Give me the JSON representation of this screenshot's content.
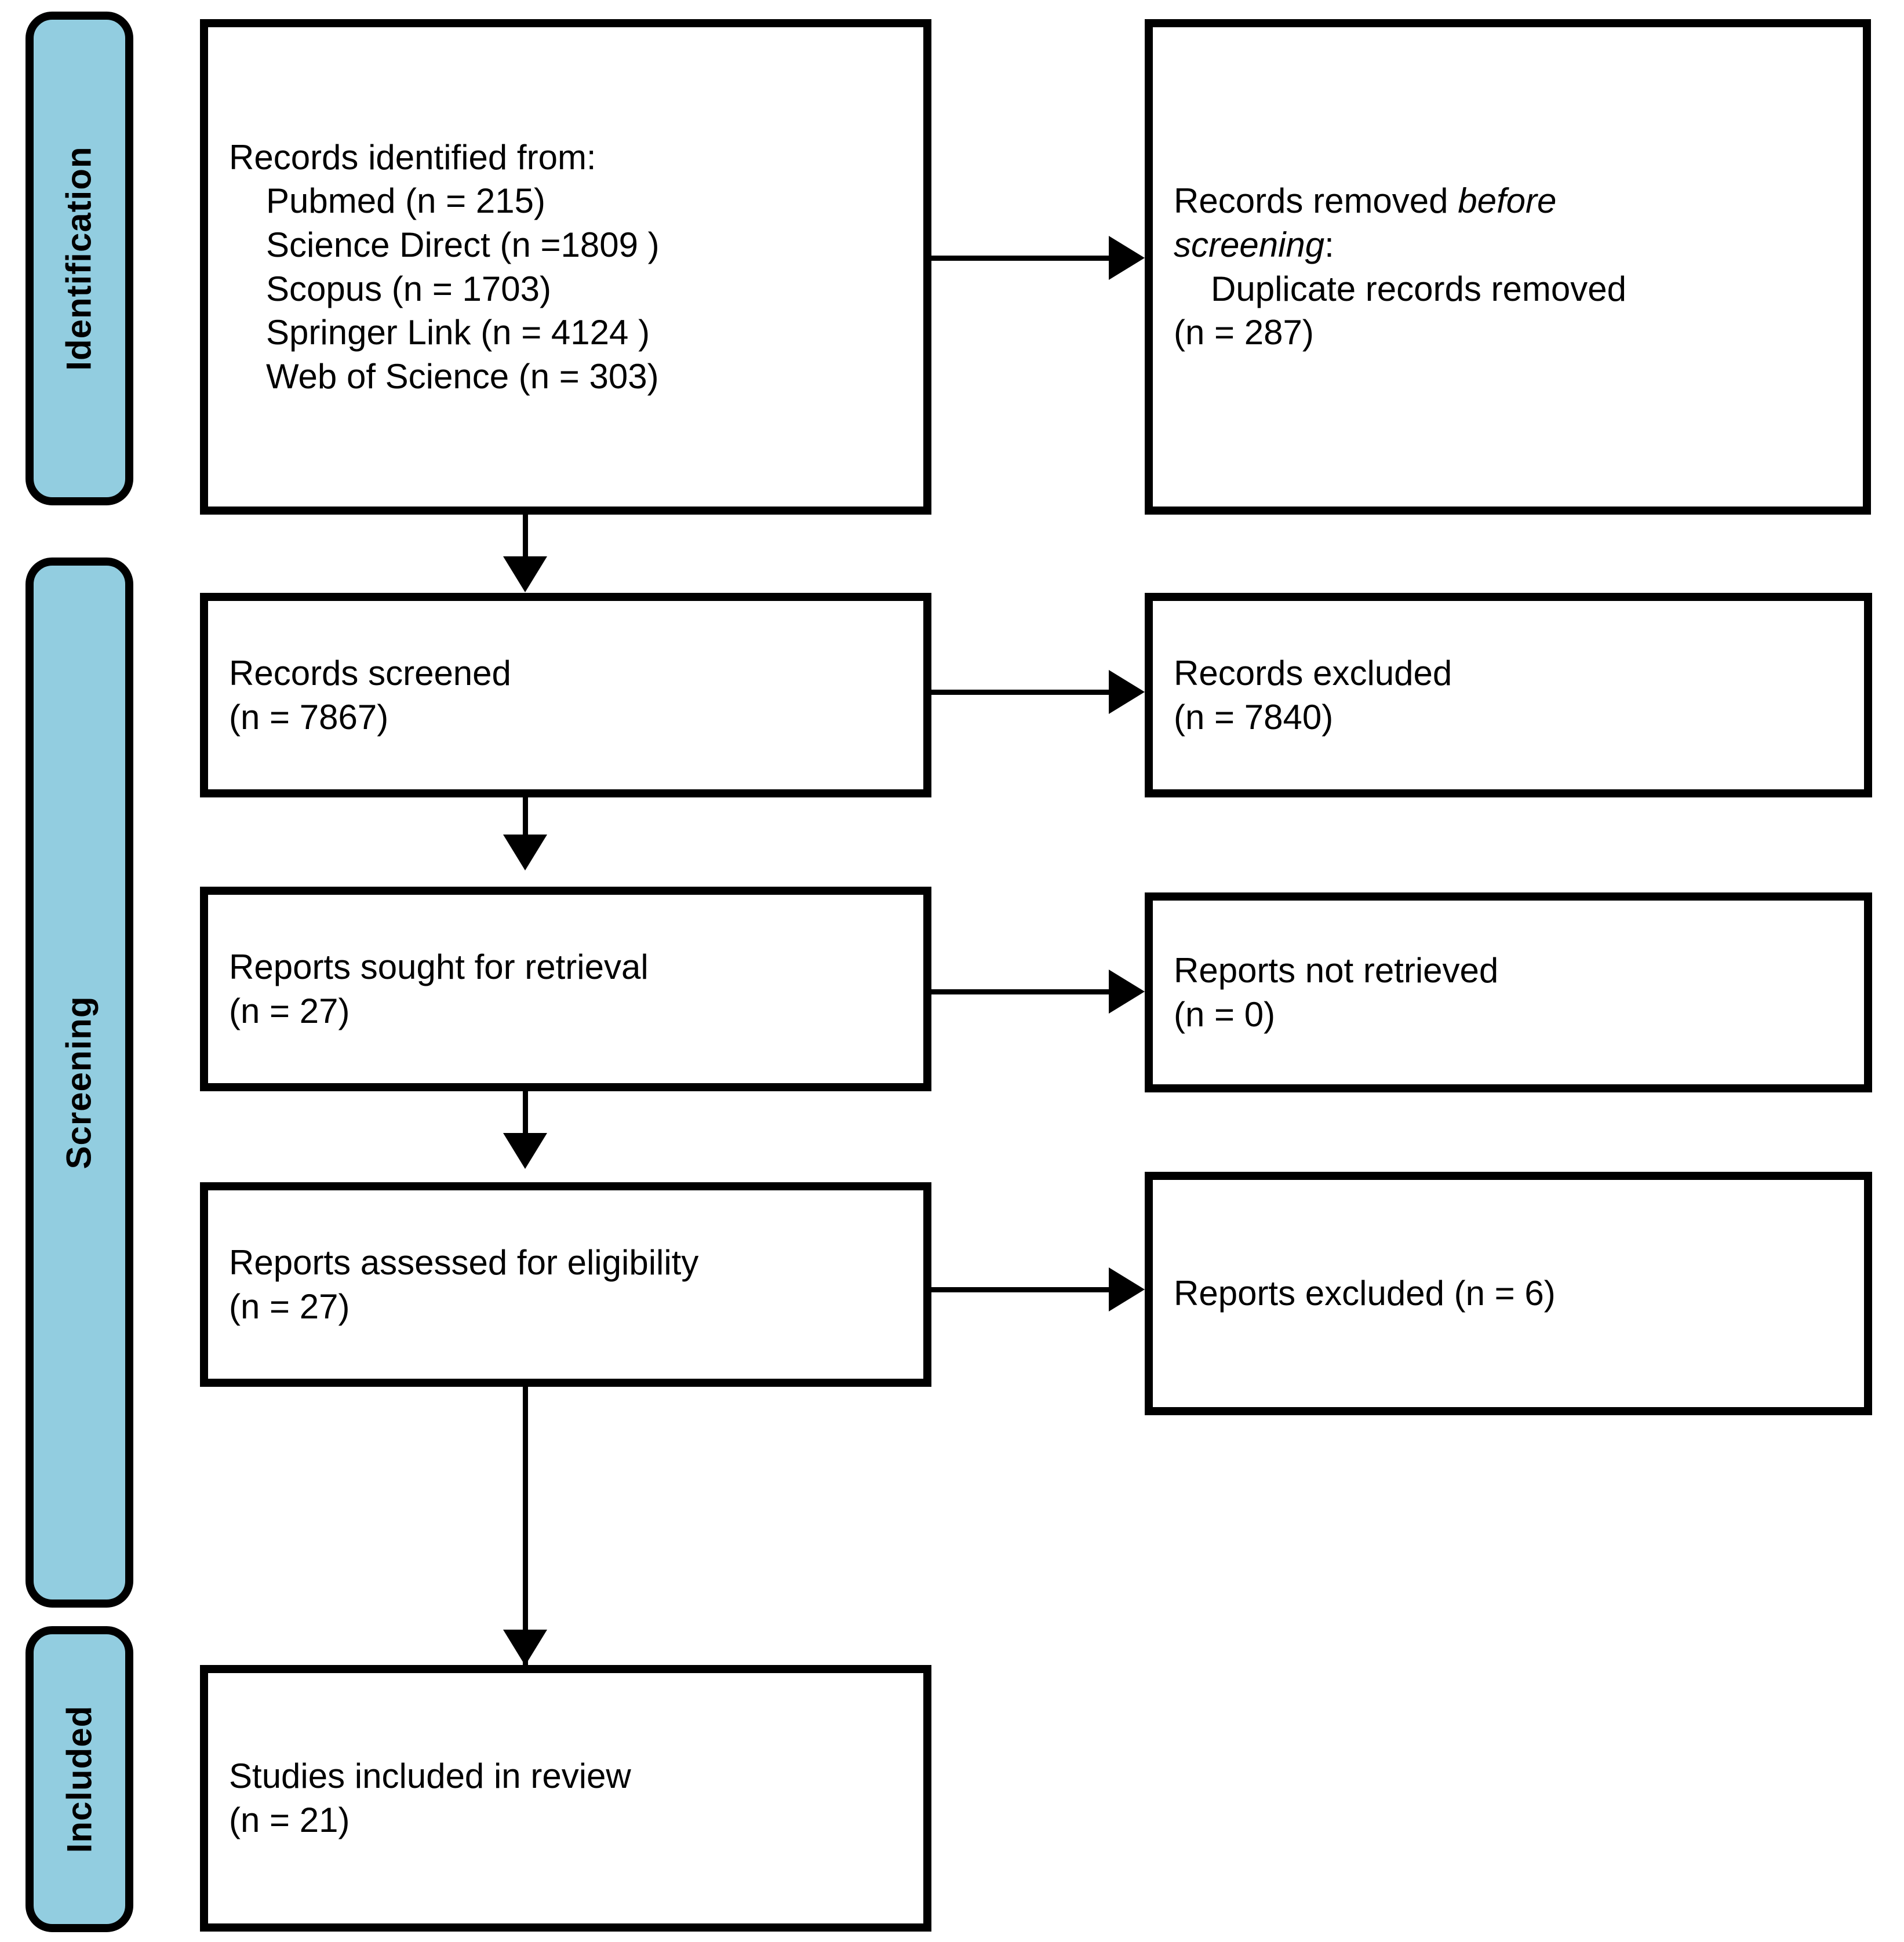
{
  "diagram": {
    "type": "prisma-flow-diagram",
    "accent_color": "#92cde0",
    "line_color": "#000000",
    "background": "#ffffff"
  },
  "stages": [
    {
      "id": "identification",
      "label": "Identification"
    },
    {
      "id": "screening",
      "label": "Screening"
    },
    {
      "id": "included",
      "label": "Included"
    }
  ],
  "boxes": {
    "records_identified": {
      "heading": "Records identified from:",
      "sources": [
        "Pubmed (n = 215)",
        "Science Direct (n =1809 )",
        "Scopus (n = 1703)",
        "Springer Link (n = 4124 )",
        "Web of Science (n = 303)"
      ]
    },
    "records_removed": {
      "line1_plain": "Records removed ",
      "line1_italic": "before",
      "line2_italic": "screening",
      "line2_plain": ":",
      "detail": "Duplicate records removed",
      "count": "(n = 287)"
    },
    "records_screened": {
      "label": "Records screened",
      "count": "(n = 7867)"
    },
    "records_excluded": {
      "label": "Records excluded",
      "count": "(n = 7840)"
    },
    "reports_sought": {
      "label": "Reports sought for retrieval",
      "count": "(n = 27)"
    },
    "reports_not_retrieved": {
      "label": "Reports not retrieved",
      "count": "(n = 0)"
    },
    "reports_assessed": {
      "label": "Reports assessed for eligibility",
      "count": "(n = 27)"
    },
    "reports_excluded": {
      "label": "Reports excluded  (n = 6)"
    },
    "studies_included": {
      "label": "Studies included in review",
      "count": "(n = 21)"
    }
  },
  "chart_data": {
    "type": "diagram",
    "title": "PRISMA 2020 flow diagram",
    "nodes": [
      {
        "id": "records_identified",
        "stage": "Identification",
        "column": "left",
        "values": {
          "Pubmed": 215,
          "Science Direct": 1809,
          "Scopus": 1703,
          "Springer Link": 4124,
          "Web of Science": 303
        }
      },
      {
        "id": "records_removed",
        "stage": "Identification",
        "column": "right",
        "values": {
          "Duplicate records removed": 287
        }
      },
      {
        "id": "records_screened",
        "stage": "Screening",
        "column": "left",
        "values": {
          "n": 7867
        }
      },
      {
        "id": "records_excluded",
        "stage": "Screening",
        "column": "right",
        "values": {
          "n": 7840
        }
      },
      {
        "id": "reports_sought",
        "stage": "Screening",
        "column": "left",
        "values": {
          "n": 27
        }
      },
      {
        "id": "reports_not_retrieved",
        "stage": "Screening",
        "column": "right",
        "values": {
          "n": 0
        }
      },
      {
        "id": "reports_assessed",
        "stage": "Screening",
        "column": "left",
        "values": {
          "n": 27
        }
      },
      {
        "id": "reports_excluded",
        "stage": "Screening",
        "column": "right",
        "values": {
          "n": 6
        }
      },
      {
        "id": "studies_included",
        "stage": "Included",
        "column": "left",
        "values": {
          "n": 21
        }
      }
    ],
    "edges": [
      {
        "from": "records_identified",
        "to": "records_removed",
        "direction": "right"
      },
      {
        "from": "records_identified",
        "to": "records_screened",
        "direction": "down"
      },
      {
        "from": "records_screened",
        "to": "records_excluded",
        "direction": "right"
      },
      {
        "from": "records_screened",
        "to": "reports_sought",
        "direction": "down"
      },
      {
        "from": "reports_sought",
        "to": "reports_not_retrieved",
        "direction": "right"
      },
      {
        "from": "reports_sought",
        "to": "reports_assessed",
        "direction": "down"
      },
      {
        "from": "reports_assessed",
        "to": "reports_excluded",
        "direction": "right"
      },
      {
        "from": "reports_assessed",
        "to": "studies_included",
        "direction": "down"
      }
    ]
  }
}
